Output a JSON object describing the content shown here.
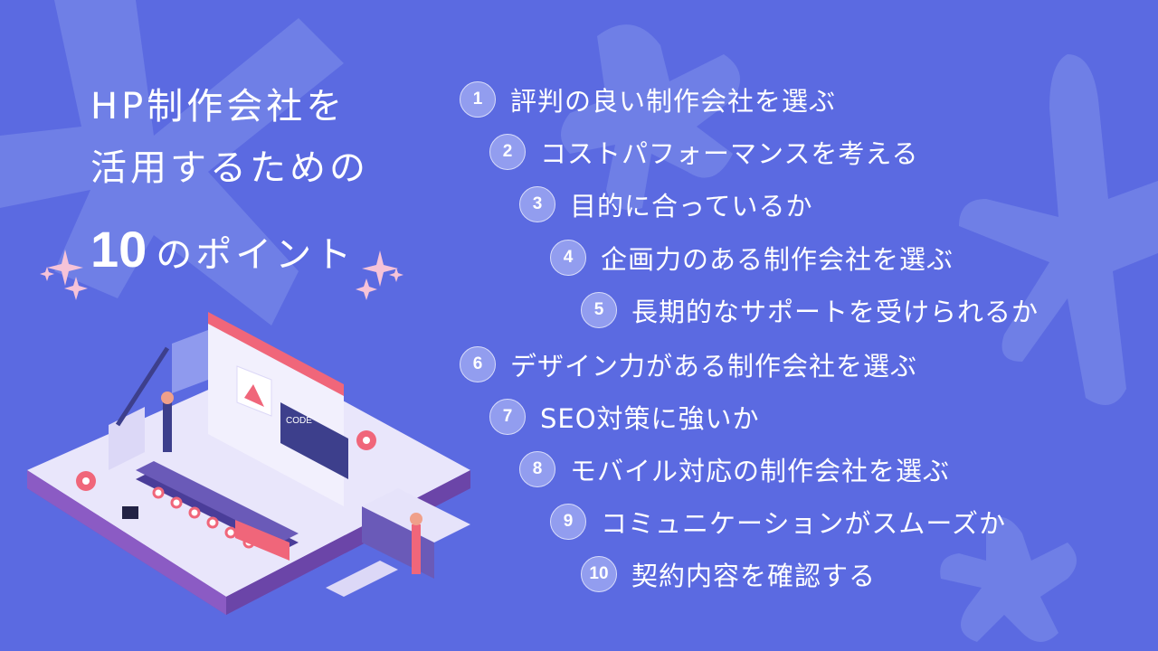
{
  "title": {
    "line1": "HP制作会社を",
    "line2": "活用するための",
    "number": "10",
    "line3": "のポイント"
  },
  "points": [
    {
      "num": "1",
      "label": "評判の良い制作会社を選ぶ"
    },
    {
      "num": "2",
      "label": "コストパフォーマンスを考える"
    },
    {
      "num": "3",
      "label": "目的に合っているか"
    },
    {
      "num": "4",
      "label": "企画力のある制作会社を選ぶ"
    },
    {
      "num": "5",
      "label": "長期的なサポートを受けられるか"
    },
    {
      "num": "6",
      "label": "デザイン力がある制作会社を選ぶ"
    },
    {
      "num": "7",
      "label": "SEO対策に強いか"
    },
    {
      "num": "8",
      "label": "モバイル対応の制作会社を選ぶ"
    },
    {
      "num": "9",
      "label": "コミュニケーションがスムーズか"
    },
    {
      "num": "10",
      "label": "契約内容を確認する"
    }
  ],
  "illustration": {
    "code_label": "CODE"
  },
  "colors": {
    "background": "#5b6ae1",
    "badge": "#929def",
    "accent": "#f0667a"
  }
}
